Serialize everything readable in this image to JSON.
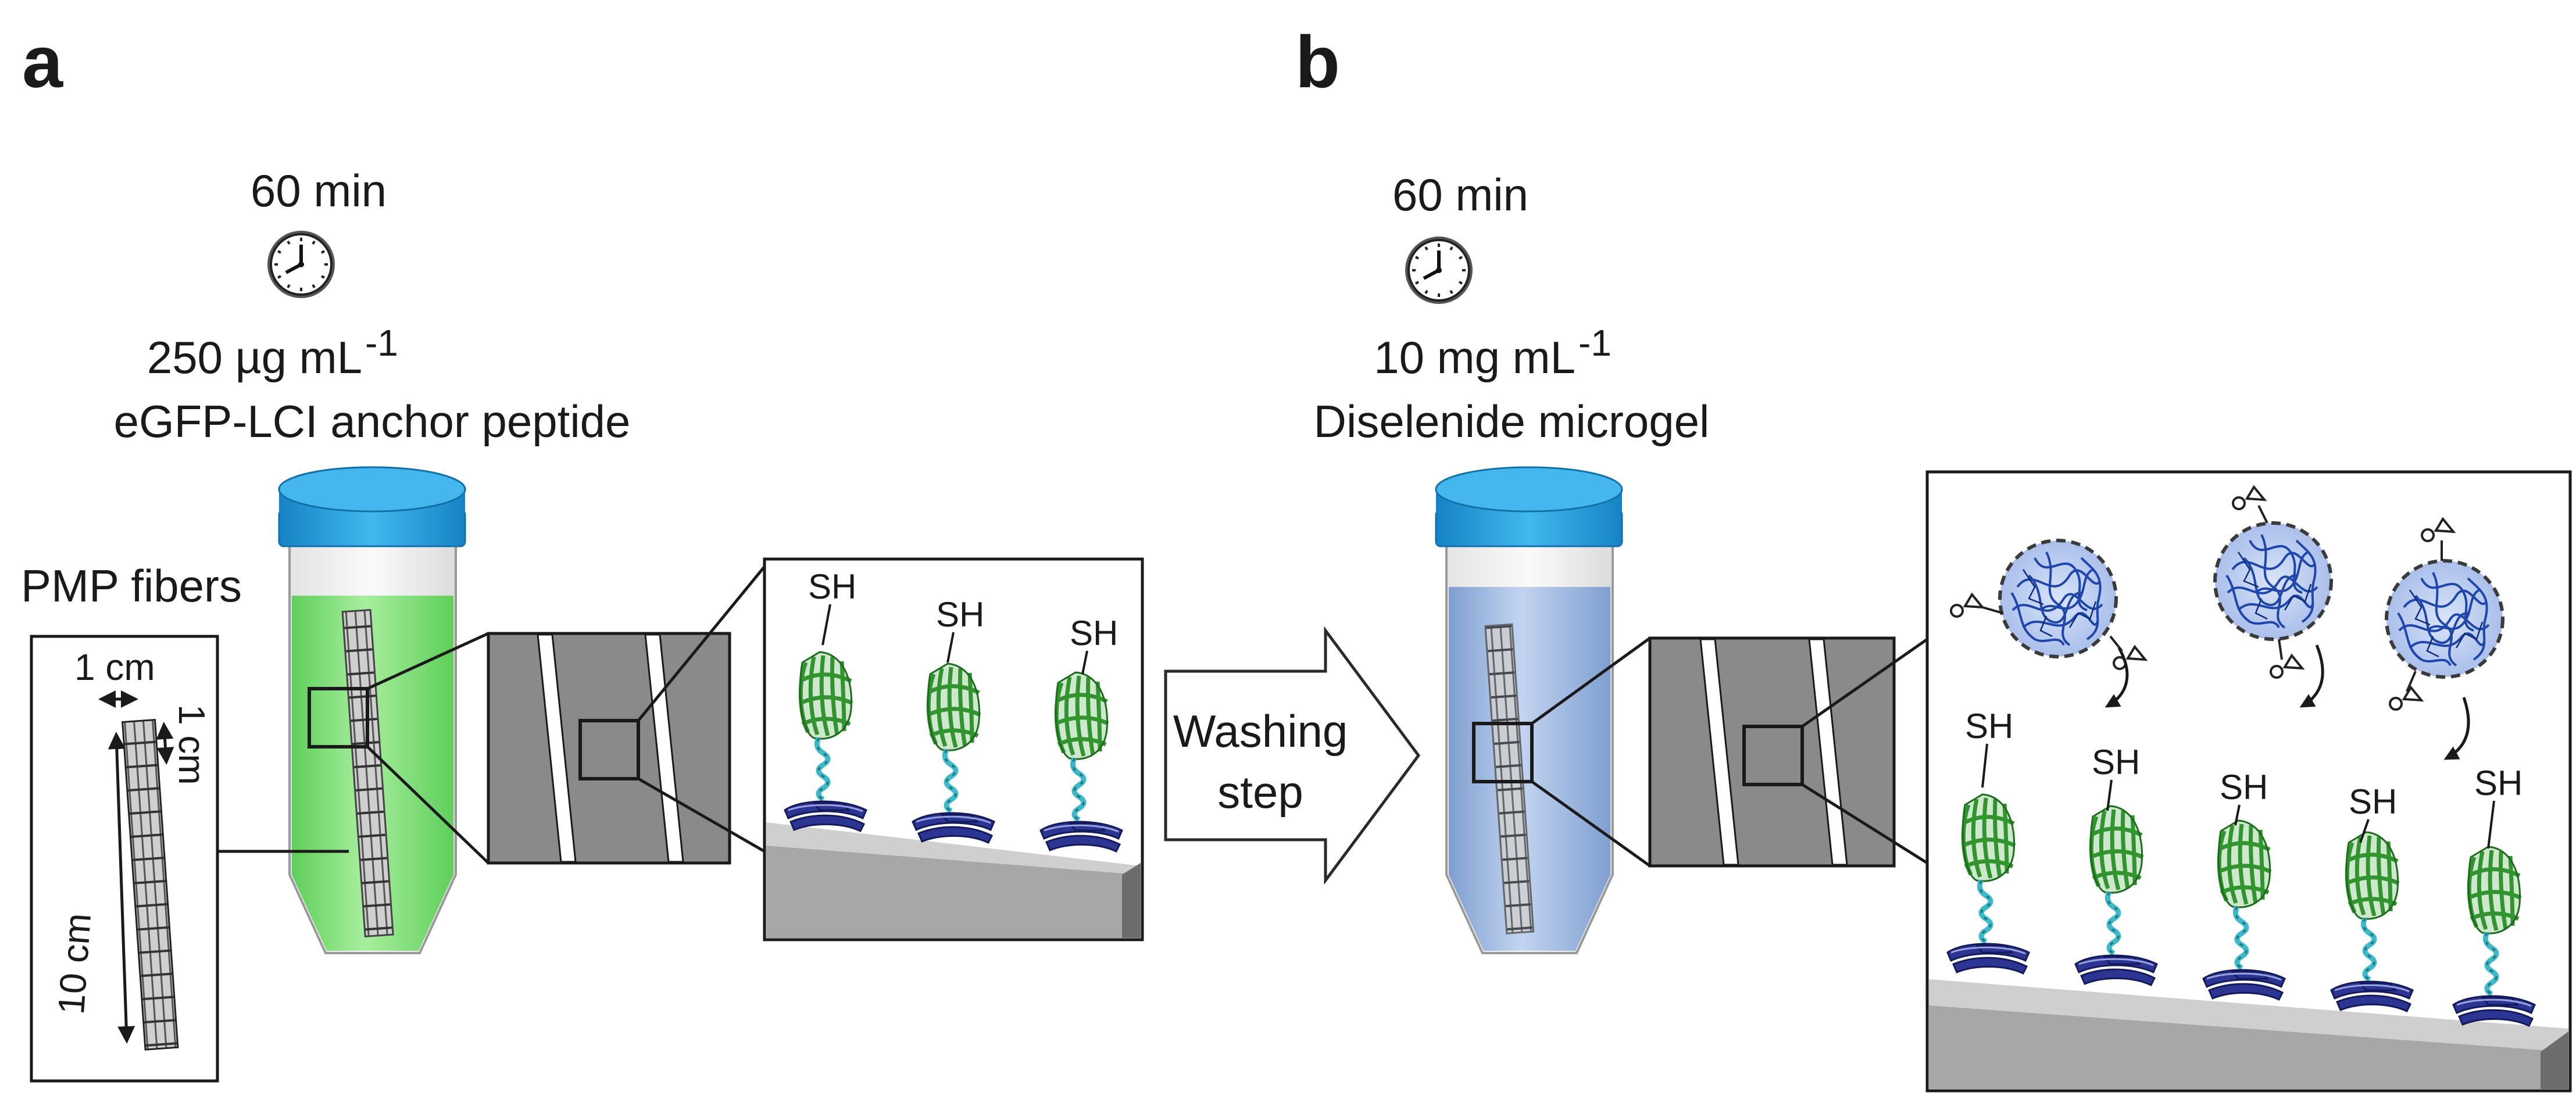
{
  "panel_a": {
    "letter": "a",
    "time": "60 min",
    "concentration": "250 µg mL",
    "concentration_exp": "-1",
    "reagent": "eGFP-LCI anchor peptide",
    "fibers_label": "PMP fibers",
    "dim_width": "1 cm",
    "dim_height": "1 cm",
    "dim_length": "10 cm",
    "thiol_label": "SH",
    "colors": {
      "solution": "#86e07e",
      "cap": "#2aa8df"
    }
  },
  "washing": {
    "line1": "Washing",
    "line2": "step"
  },
  "panel_b": {
    "letter": "b",
    "time": "60 min",
    "concentration": "10 mg mL",
    "concentration_exp": "-1",
    "reagent": "Diselenide microgel",
    "thiol_label": "SH",
    "colors": {
      "solution": "#9fb9e0",
      "microgel": "#b9cbef",
      "network": "#2046a8"
    }
  },
  "icons": [
    "clock-icon",
    "tube-icon",
    "protein-icon",
    "microgel-icon",
    "arrow-icon"
  ]
}
